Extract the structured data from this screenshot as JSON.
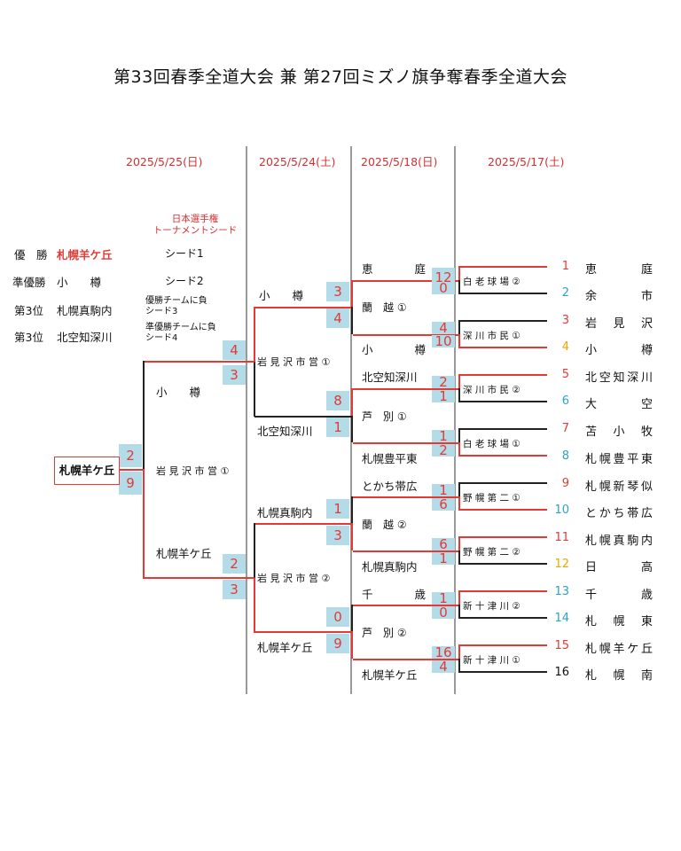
{
  "title": "第33回春季全道大会 兼 第27回ミズノ旗争奪春季全道大会",
  "dates": [
    "2025/5/25(日)",
    "2025/5/24(土)",
    "2025/5/18(日)",
    "2025/5/17(土)"
  ],
  "seed_header": [
    "日本選手権",
    "トーナメントシード"
  ],
  "results": [
    {
      "place": "優　勝",
      "team": "札幌羊ケ丘",
      "seed": "シード1"
    },
    {
      "place": "準優勝",
      "team": "小　　樽",
      "seed": "シード2"
    },
    {
      "place": "第3位",
      "team": "札幌真駒内",
      "seed": "優勝チームに負\nシード3"
    },
    {
      "place": "第3位",
      "team": "北空知深川",
      "seed": "準優勝チームに負\nシード4"
    }
  ],
  "teams": [
    {
      "num": "1",
      "name": "恵　庭",
      "color": "#e53935"
    },
    {
      "num": "2",
      "name": "余　市",
      "color": "#29a3c8"
    },
    {
      "num": "3",
      "name": "岩見沢",
      "color": "#e53935"
    },
    {
      "num": "4",
      "name": "小　樽",
      "color": "#f0a500"
    },
    {
      "num": "5",
      "name": "北空知深川",
      "color": "#e53935"
    },
    {
      "num": "6",
      "name": "大　空",
      "color": "#29a3c8"
    },
    {
      "num": "7",
      "name": "苫小牧",
      "color": "#e53935"
    },
    {
      "num": "8",
      "name": "札幌豊平東",
      "color": "#29a3c8"
    },
    {
      "num": "9",
      "name": "札幌新琴似",
      "color": "#e53935"
    },
    {
      "num": "10",
      "name": "とかち帯広",
      "color": "#29a3c8"
    },
    {
      "num": "11",
      "name": "札幌真駒内",
      "color": "#e53935"
    },
    {
      "num": "12",
      "name": "日　高",
      "color": "#f0a500"
    },
    {
      "num": "13",
      "name": "千　歳",
      "color": "#29a3c8"
    },
    {
      "num": "14",
      "name": "札幌東",
      "color": "#29a3c8"
    },
    {
      "num": "15",
      "name": "札幌羊ケ丘",
      "color": "#e53935"
    },
    {
      "num": "16",
      "name": "札　幌　南",
      "color": "#111111"
    }
  ],
  "round1": [
    {
      "venue": "白 老 球 場 ②",
      "scores": [
        "12",
        "0"
      ]
    },
    {
      "venue": "深 川 市 民 ①",
      "scores": [
        "4",
        "10"
      ]
    },
    {
      "venue": "深 川 市 民 ②",
      "scores": [
        "2",
        "1"
      ]
    },
    {
      "venue": "白 老 球 場 ①",
      "scores": [
        "1",
        "2"
      ]
    },
    {
      "venue": "野 幌 第 二 ①",
      "scores": [
        "1",
        "6"
      ]
    },
    {
      "venue": "野 幌 第 二 ②",
      "scores": [
        "6",
        "1"
      ]
    },
    {
      "venue": "新 十 津 川 ②",
      "scores": [
        "1",
        "0"
      ]
    },
    {
      "venue": "新 十 津 川 ①",
      "scores": [
        "16",
        "4"
      ]
    }
  ],
  "round2": [
    {
      "top": "恵　庭",
      "venue": "蘭　越 ①",
      "bottom": "小　樽"
    },
    {
      "top": "北空知深川",
      "venue": "芦　別 ①",
      "bottom": "札幌豊平東"
    },
    {
      "top": "とかち帯広",
      "venue": "蘭　越 ②",
      "bottom": "札幌真駒内"
    },
    {
      "top": "千　歳",
      "venue": "芦　別 ②",
      "bottom": "札幌羊ケ丘"
    }
  ],
  "round3": [
    {
      "top": "小　　樽",
      "scores": [
        "3",
        "4"
      ],
      "venue": "岩 見 沢 市 営 ①",
      "bottom": "北空知深川",
      "bscores": [
        "8",
        "1"
      ]
    },
    {
      "top": "札幌真駒内",
      "scores": [
        "1",
        "3"
      ],
      "venue": "岩 見 沢 市 営 ②",
      "bottom": "札幌羊ケ丘",
      "bscores": [
        "0",
        "9"
      ]
    }
  ],
  "semis": [
    {
      "scores": [
        "4",
        "3"
      ]
    },
    {
      "scores": [
        "2",
        "3"
      ]
    }
  ],
  "semi_labels": {
    "top": "小　　樽",
    "venue": "岩 見 沢 市 営 ①",
    "bottom": "札幌羊ケ丘"
  },
  "final": {
    "scores": [
      "2",
      "9"
    ],
    "champion": "札幌羊ケ丘"
  }
}
